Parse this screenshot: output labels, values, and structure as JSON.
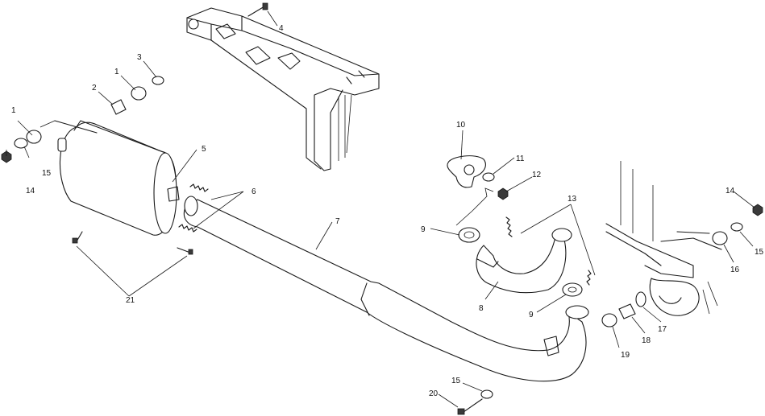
{
  "callouts": {
    "c1a": "1",
    "c1b": "1",
    "c2": "2",
    "c3": "3",
    "c4": "4",
    "c5": "5",
    "c6": "6",
    "c7": "7",
    "c8": "8",
    "c9a": "9",
    "c9b": "9",
    "c10": "10",
    "c11": "11",
    "c12": "12",
    "c13": "13",
    "c14a": "14",
    "c14b": "14",
    "c15a": "15",
    "c15b": "15",
    "c15c": "15",
    "c16": "16",
    "c17": "17",
    "c18": "18",
    "c19": "19",
    "c20": "20",
    "c21": "21"
  }
}
